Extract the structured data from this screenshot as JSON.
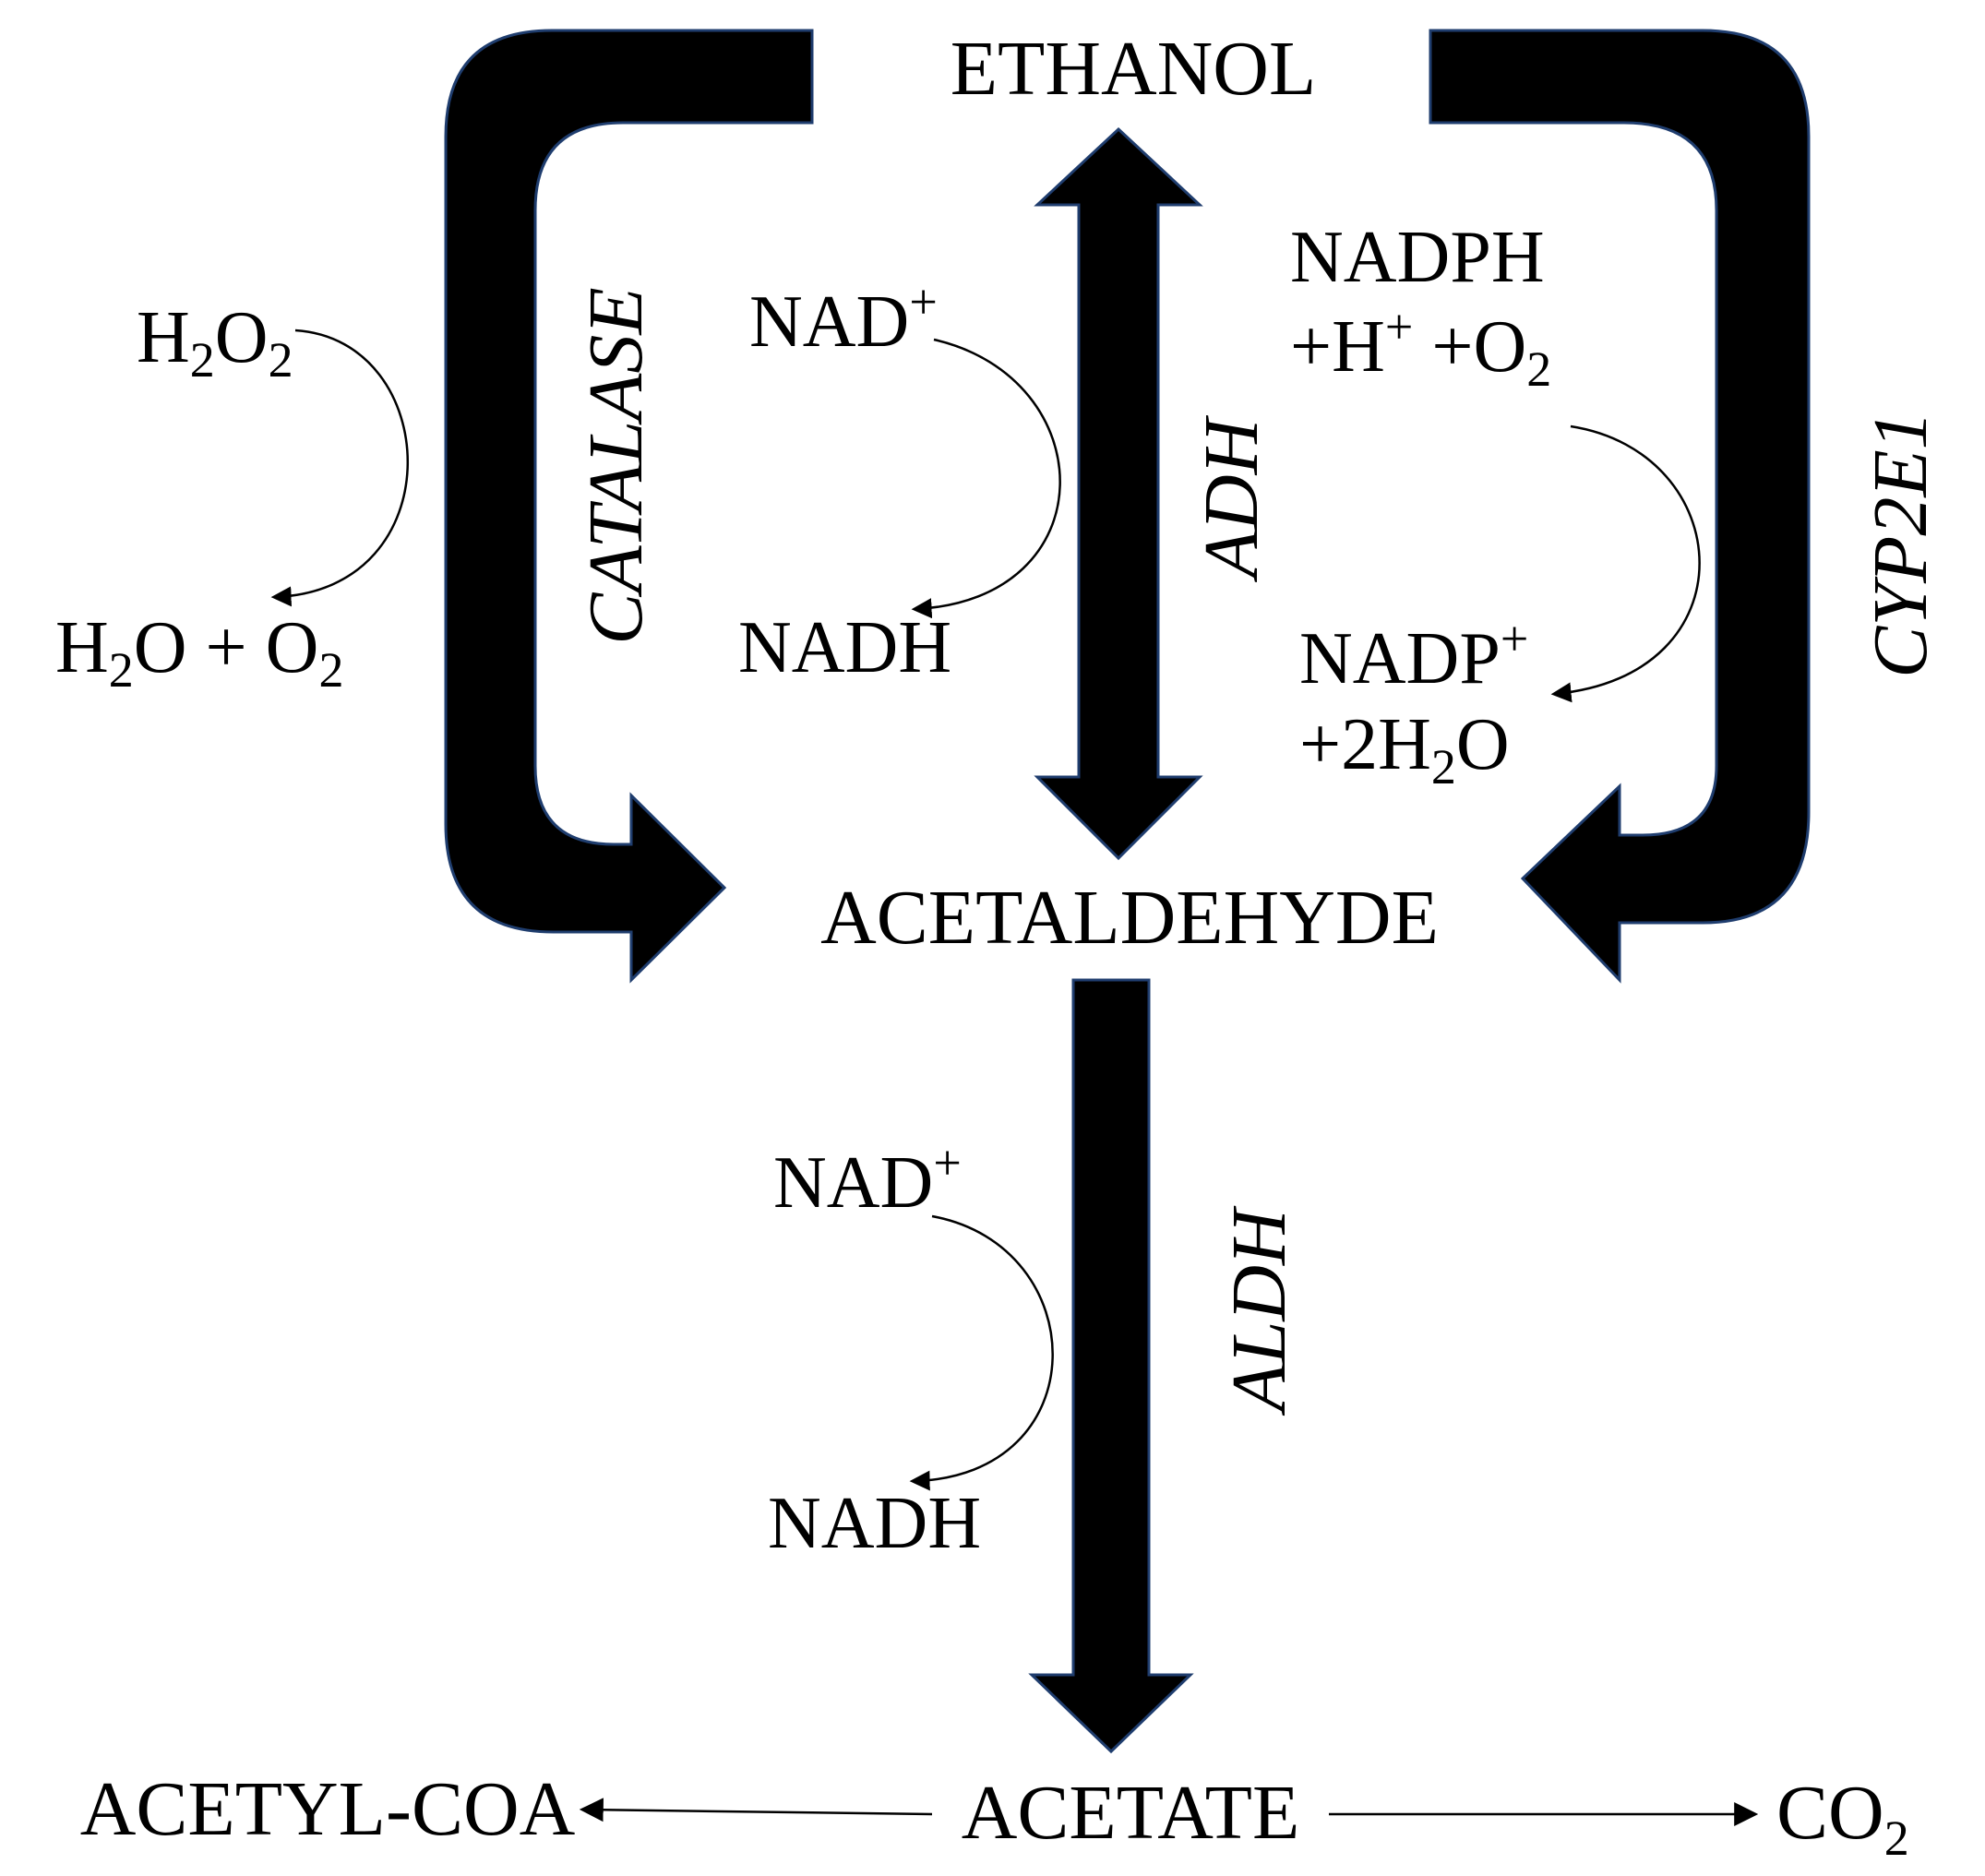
{
  "diagram": {
    "nodes": {
      "ethanol": "ETHANOL",
      "acetaldehyde": "ACETALDEHYDE",
      "acetate": "ACETATE",
      "acetyl_coa": "ACETYL-COA",
      "co2": {
        "base": "CO",
        "sub": "2"
      }
    },
    "enzymes": {
      "catalase": "CATALASE",
      "adh": "ADH",
      "cyp2e1": "CYP2E1",
      "aldh": "ALDH"
    },
    "cofactors": {
      "h2o2": {
        "a": "H",
        "a_sub": "2",
        "b": "O",
        "b_sub": "2"
      },
      "h2o_o2": {
        "a": "H",
        "a_sub": "2",
        "b": "O + O",
        "b_sub": "2"
      },
      "nad_adh": {
        "base": "NAD",
        "sup": "+"
      },
      "nadh_adh": "NADH",
      "nadph": "NADPH",
      "nadph_line2": {
        "a": "+H",
        "a_sup": "+",
        "b": " +O",
        "b_sub": "2"
      },
      "nadp": {
        "base": "NADP",
        "sup": "+"
      },
      "nadp_line2": {
        "a": "+2H",
        "a_sub": "2",
        "b": "O"
      },
      "nad_aldh": {
        "base": "NAD",
        "sup": "+"
      },
      "nadh_aldh": "NADH"
    },
    "colors": {
      "arrow_fill": "#000000",
      "arrow_outline": "#1f3d6e",
      "text": "#000000",
      "background": "#ffffff"
    }
  }
}
